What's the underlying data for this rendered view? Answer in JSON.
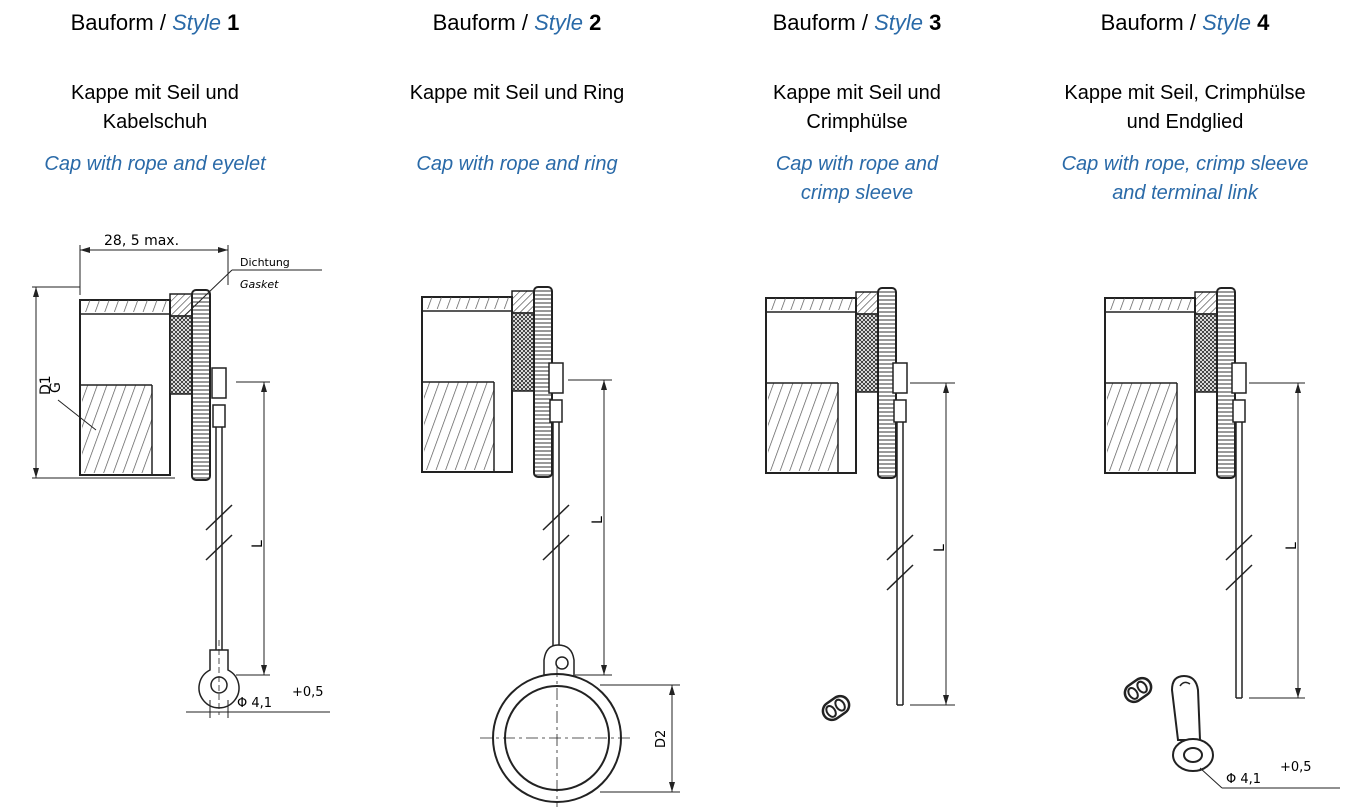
{
  "styles": [
    {
      "prefix": "Bauform / ",
      "style_word": "Style",
      "number": "1",
      "german_lines": [
        "Kappe mit Seil und",
        "Kabelschuh"
      ],
      "english_lines": [
        "Cap with rope and eyelet"
      ]
    },
    {
      "prefix": "Bauform / ",
      "style_word": "Style",
      "number": "2",
      "german_lines": [
        "Kappe mit Seil und Ring"
      ],
      "english_lines": [
        "",
        "Cap with rope and ring"
      ]
    },
    {
      "prefix": "Bauform / ",
      "style_word": "Style",
      "number": "3",
      "german_lines": [
        "Kappe mit Seil und",
        "Crimphülse"
      ],
      "english_lines": [
        "Cap with rope and",
        "crimp sleeve"
      ]
    },
    {
      "prefix": "Bauform / ",
      "style_word": "Style",
      "number": "4",
      "german_lines": [
        "Kappe mit Seil, Crimphülse",
        "und Endglied"
      ],
      "english_lines": [
        "Cap with rope, crimp sleeve",
        "and terminal link"
      ]
    }
  ],
  "labels": {
    "dim_length": "28, 5 max.",
    "gasket_de": "Dichtung",
    "gasket_en": "Gasket",
    "d1": "D1",
    "g": "G",
    "l": "L",
    "d2": "D2",
    "hole_dia": "Φ 4,1",
    "tolerance": "+0,5"
  }
}
